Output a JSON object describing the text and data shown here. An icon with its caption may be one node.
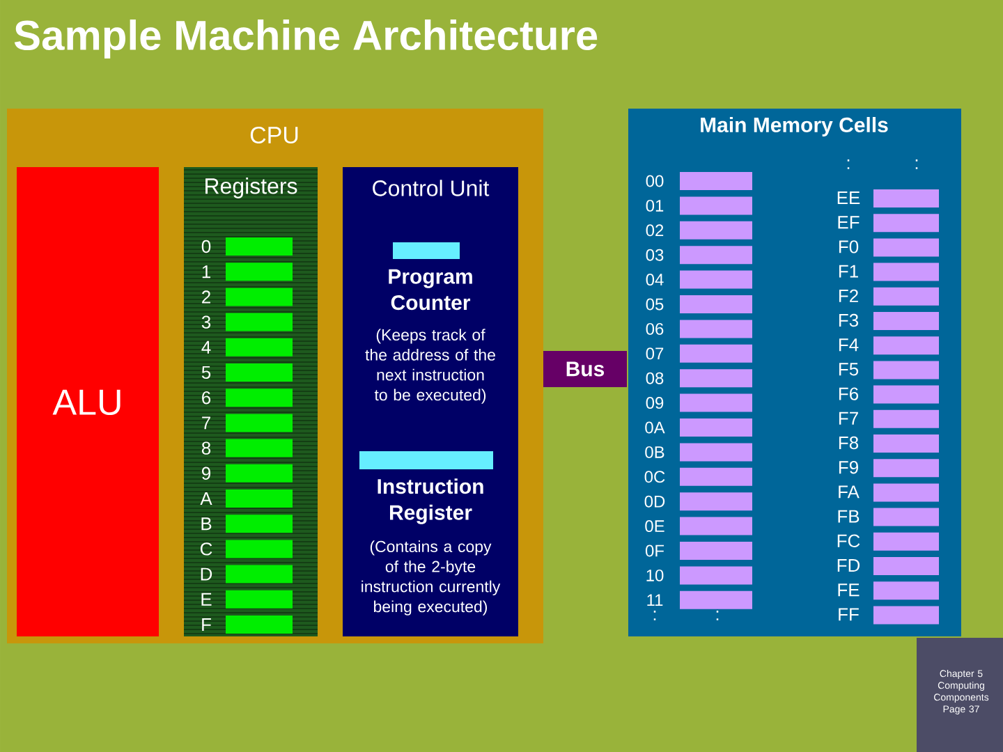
{
  "diagram": {
    "title": "Sample Machine Architecture",
    "nodes": [
      {
        "text": [
          "CPU"
        ]
      },
      {
        "text": [
          "ALU"
        ],
        "in": 0
      },
      {
        "text": [
          "Registers"
        ],
        "in": 0
      },
      {
        "text": [
          "Control Unit",
          "Program Counter",
          "(Keeps track of the address of the next instruction to be executed)",
          "Instruction Register",
          "(Contains a copy of the 2-byte instruction currently being executed)"
        ],
        "in": 0
      },
      {
        "text": [
          "Bus"
        ]
      },
      {
        "text": [
          "Main Memory Cells"
        ]
      }
    ],
    "edges": [],
    "labels": [
      "0",
      "1",
      "2",
      "3",
      "4",
      "5",
      "6",
      "7",
      "8",
      "9",
      "A",
      "B",
      "C",
      "D",
      "E",
      "F",
      ":",
      ":",
      "00",
      "01",
      "02",
      "03",
      "04",
      "05",
      "06",
      "07",
      "08",
      "09",
      "0A",
      "0B",
      "0C",
      "0D",
      "0E",
      "0F",
      "10",
      "11",
      ":",
      ":",
      "EE",
      "EF",
      "F0",
      "F1",
      "F2",
      "F3",
      "F4",
      "F5",
      "F6",
      "F7",
      "F8",
      "F9",
      "FA",
      "FB",
      "FC",
      "FD",
      "FE",
      "FF",
      "Chapter 5 Computing Components Page 37"
    ]
  }
}
